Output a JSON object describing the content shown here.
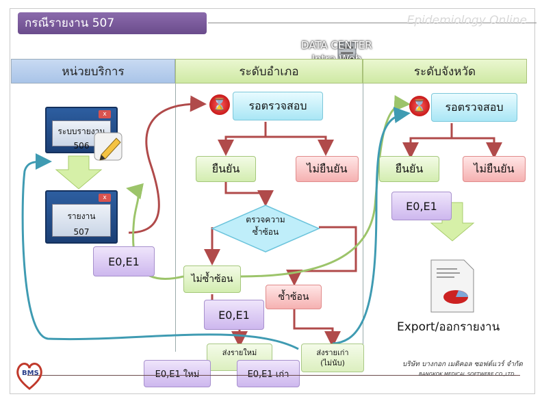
{
  "header": {
    "title": "กรณีรายงาน 507",
    "brand": "Epidemiology Online",
    "datacenter_line1": "DATA CENTER",
    "datacenter_line2": "Intra Web"
  },
  "columns": [
    "หน่วยบริการ",
    "ระดับอำเภอ",
    "ระดับจังหวัด"
  ],
  "unit": {
    "win1_line1": "ระบบรายงาน",
    "win1_line2": "506",
    "win2_line1": "รายงาน",
    "win2_line2": "507",
    "code": "E0,E1",
    "close_glyph": "x"
  },
  "district": {
    "wait": "รอตรวจสอบ",
    "confirm": "ยืนยัน",
    "reject": "ไม่ยืนยัน",
    "check_line1": "ตรวจความ",
    "check_line2": "ซ้ำซ้อน",
    "not_dup": "ไม่ซ้ำซ้อน",
    "dup": "ซ้ำซ้อน",
    "code": "E0,E1",
    "send_new": "ส่งรายใหม่",
    "send_old_line1": "ส่งรายเก่า",
    "send_old_line2": "(ไม่นับ)",
    "code_new": "E0,E1 ใหม่",
    "code_old": "E0,E1 เก่า"
  },
  "province": {
    "wait": "รอตรวจสอบ",
    "confirm": "ยืนยัน",
    "reject": "ไม่ยืนยัน",
    "code": "E0,E1",
    "export": "Export/ออกรายงาน"
  },
  "footer": {
    "company_th": "บริษัท บางกอก เมดิคอล ซอฟต์แวร์ จำกัด",
    "company_en": "BANGKOK MEDICAL SOFTWERE CO.,LTD.",
    "logo_text": "BMS"
  },
  "colors": {
    "title_bg": "#7a5a9a",
    "red_arrow": "#b04a4a",
    "green_arrow": "#9cc46a",
    "blue_arrow": "#3f9bb2"
  }
}
